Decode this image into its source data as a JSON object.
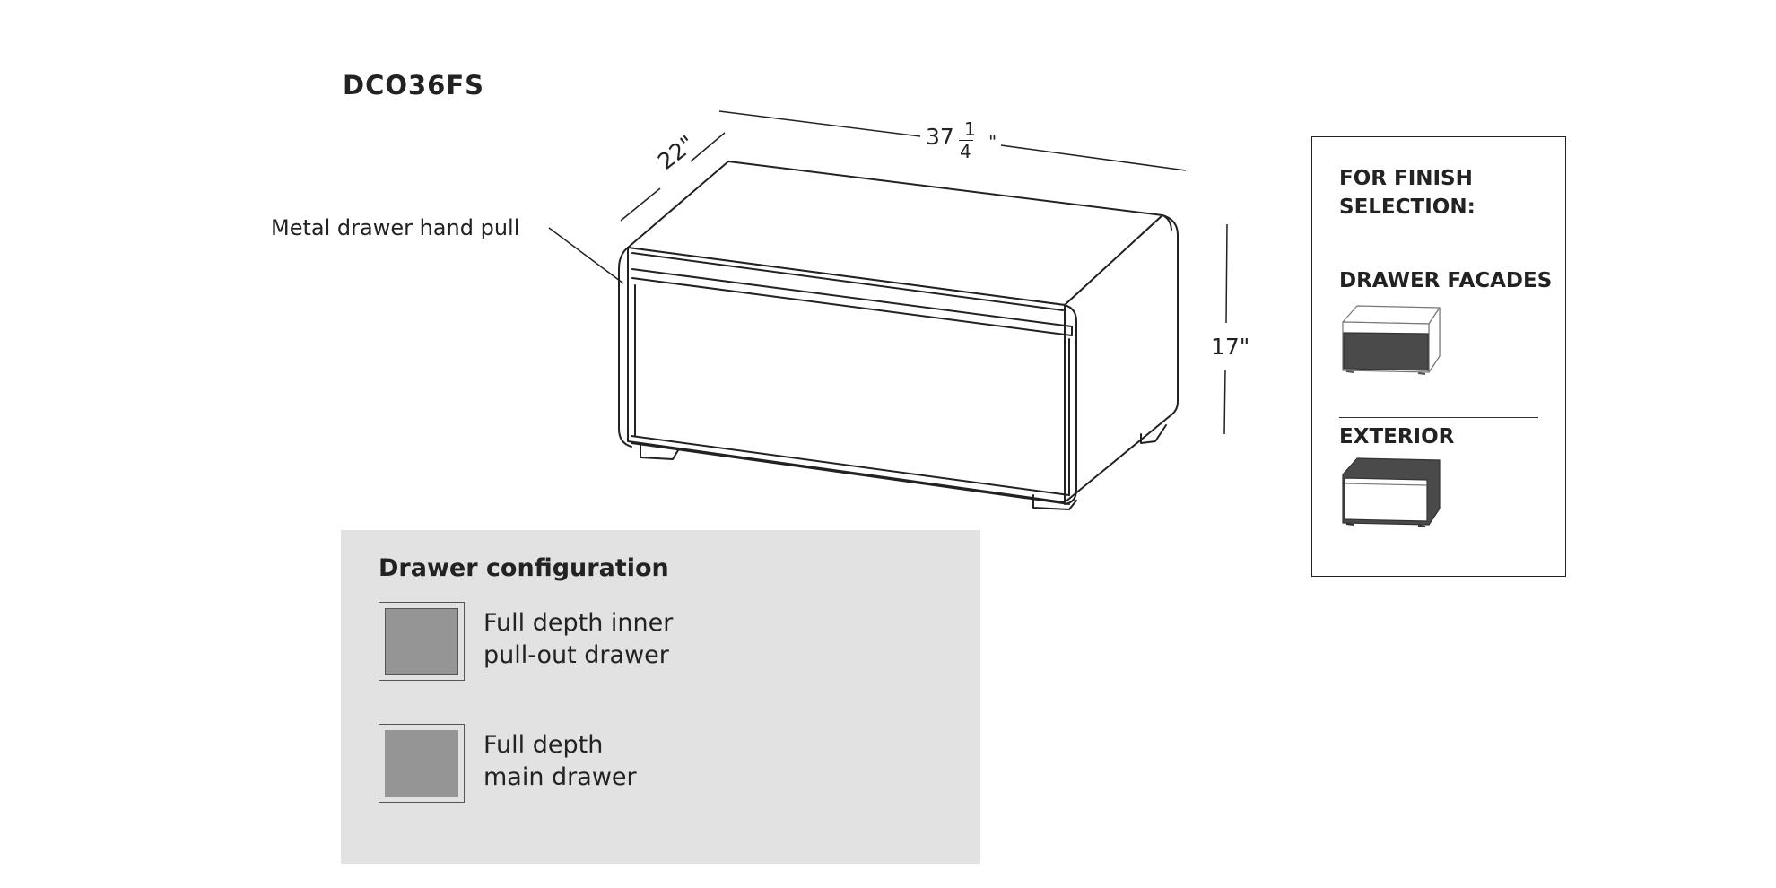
{
  "model": "DCO36FS",
  "callout_label": "Metal drawer hand pull",
  "dimensions": {
    "depth": "22\"",
    "width_whole": "37",
    "width_numerator": "1",
    "width_denominator": "4",
    "width_unit": "\"",
    "height": "17\""
  },
  "drawer_configuration": {
    "title": "Drawer configuration",
    "items": [
      {
        "line1": "Full depth inner",
        "line2": "pull-out drawer"
      },
      {
        "line1": "Full depth",
        "line2": "main drawer"
      }
    ]
  },
  "finish_panel": {
    "heading_line1": "FOR FINISH",
    "heading_line2": "SELECTION:",
    "facades_label": "DRAWER FACADES",
    "exterior_label": "EXTERIOR"
  },
  "colors": {
    "line": "#222222",
    "config_bg": "#e2e2e2",
    "swatch_fill": "#959595",
    "finish_dark": "#4a4a4a"
  }
}
